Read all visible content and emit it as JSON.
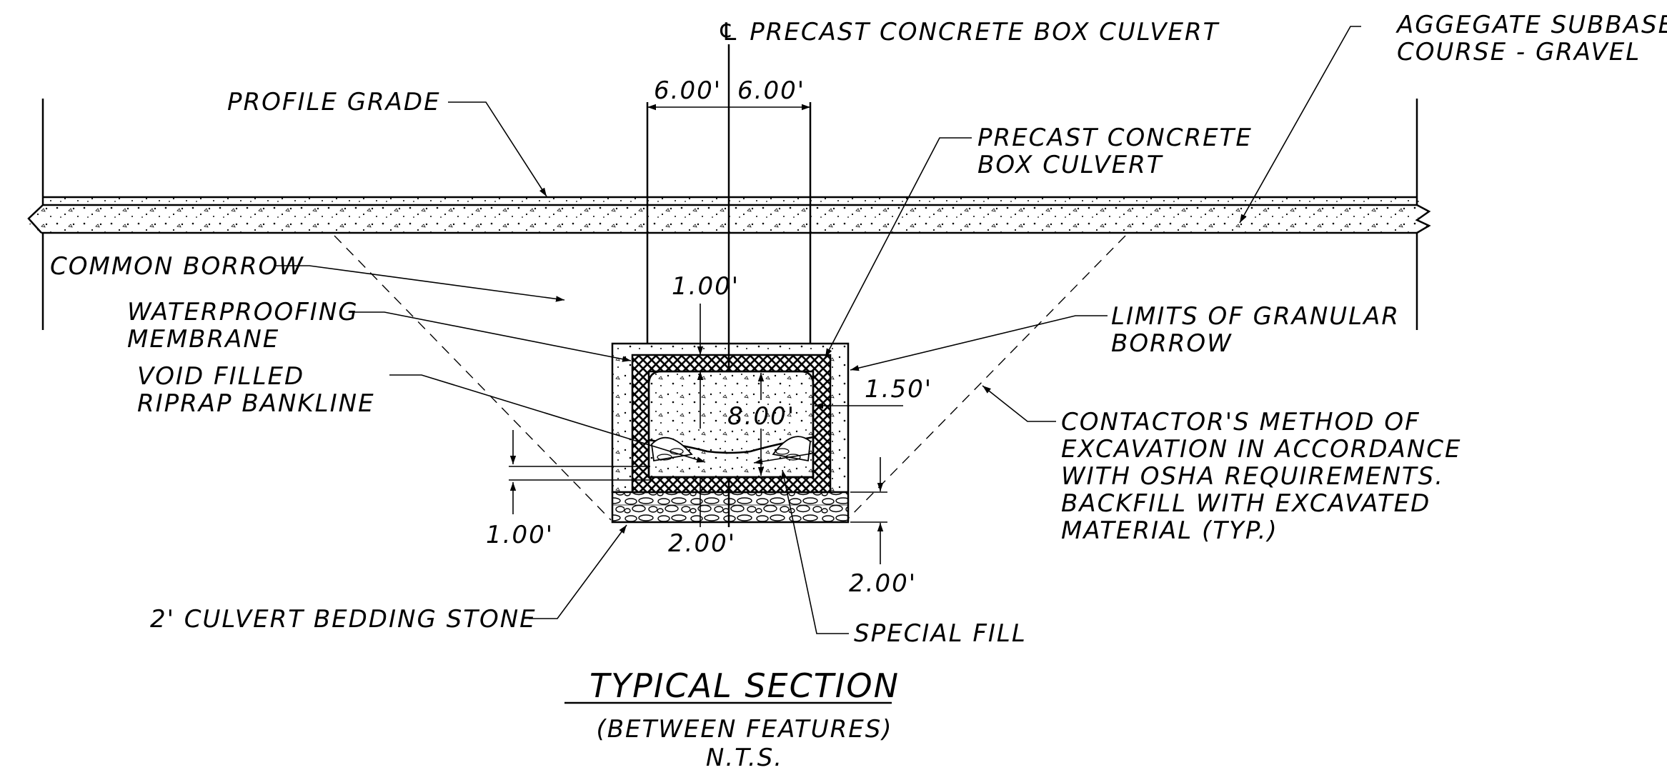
{
  "title": "TYPICAL SECTION",
  "subtitle": "(BETWEEN FEATURES)",
  "scale": "N.T.S.",
  "labels": {
    "centerline": "℄ PRECAST CONCRETE BOX CULVERT",
    "subbase_1": "AGGEGATE SUBBASE",
    "subbase_2": "COURSE - GRAVEL",
    "profile_grade": "PROFILE GRADE",
    "precast_1": "PRECAST CONCRETE",
    "precast_2": "BOX CULVERT",
    "common_borrow": "COMMON BORROW",
    "waterproof_1": "WATERPROOFING",
    "waterproof_2": "MEMBRANE",
    "void_1": "VOID FILLED",
    "void_2": "RIPRAP BANKLINE",
    "granular_1": "LIMITS OF GRANULAR",
    "granular_2": "BORROW",
    "contractor_1": "CONTACTOR'S METHOD OF",
    "contractor_2": "EXCAVATION IN ACCORDANCE",
    "contractor_3": "WITH OSHA REQUIREMENTS.",
    "contractor_4": "BACKFILL WITH EXCAVATED",
    "contractor_5": "MATERIAL (TYP.)",
    "bedding": "2' CULVERT BEDDING STONE",
    "special_fill": "SPECIAL FILL"
  },
  "dimensions": {
    "half_width_left": "6.00'",
    "half_width_right": "6.00'",
    "top_slab": "1.00'",
    "wall": "1.50'",
    "height": "8.00'",
    "channel": "1.00'",
    "bedding_left": "2.00'",
    "bedding_right": "2.00'"
  }
}
